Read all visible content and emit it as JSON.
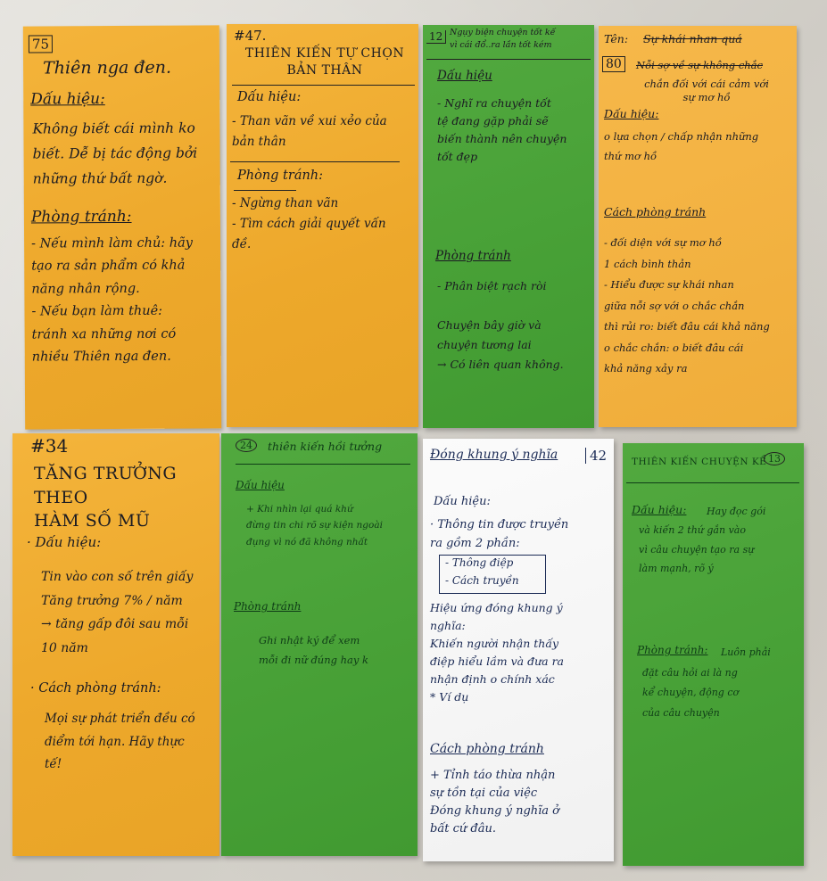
{
  "cards": [
    {
      "id": "card-75",
      "number": "75",
      "title": "Thiên nga đen.",
      "sign_heading": "Dấu hiệu:",
      "sign_text": "Không biết cái mình ko\nbiết. Dễ bị tác động bởi\nnhững thứ bất ngờ.",
      "avoid_heading": "Phòng tránh:",
      "avoid_text": "- Nếu mình làm chủ: hãy\ntạo ra sản phẩm có khả\nnăng nhân rộng.\n- Nếu bạn làm thuê:\ntránh xa những nơi có\nnhiều Thiên nga đen."
    },
    {
      "id": "card-47",
      "number": "#47.",
      "title": "THIÊN KIẾN TỰ CHỌN\nBẢN THÂN",
      "sign_heading": "Dấu hiệu:",
      "sign_text": "- Than vãn về xui xẻo của\nbản thân",
      "avoid_heading": "Phòng tránh:",
      "avoid_text": "- Ngừng than vãn\n- Tìm cách giải quyết vấn\nđề."
    },
    {
      "id": "card-12",
      "number": "12",
      "title": "Ngụy biện chuyện tốt kế\nvì cái đổ..ra lần tốt kém",
      "sign_heading": "Dấu hiệu",
      "sign_text": "- Nghĩ ra chuyện tốt\ntệ đang gặp phải sẽ\nbiến thành nên chuyện\ntốt đẹp",
      "avoid_heading": "Phòng tránh",
      "avoid_text": "- Phân biệt rạch ròi\n\nChuyện bây giờ và\nchuyện tương lai\n→ Có liên quan không."
    },
    {
      "id": "card-80",
      "number": "80",
      "title_label": "Tên:",
      "title": "Sự khái nhan quá",
      "title_line2": "Nỗi sợ về sự không chắc",
      "title_line3": "chắn đối với cái cảm với\nsự mơ hồ",
      "sign_heading": "Dấu hiệu:",
      "sign_text": "o lựa chọn / chấp nhận những\nthứ mơ hồ",
      "avoid_heading": "Cách phòng tránh",
      "avoid_text": "- đối diện với sự mơ hồ\n1 cách bình thản\n- Hiểu được sự khái nhan\ngiữa nỗi sợ với o chắc chắn\nthì rủi ro: biết đâu cái khả năng\no chắc chắn: o biết đâu cái\nkhả năng xảy ra"
    },
    {
      "id": "card-34",
      "number": "#34",
      "title": "TĂNG TRƯỞNG THEO\nHÀM SỐ MŨ",
      "sign_heading": "· Dấu hiệu:",
      "sign_text": "Tin vào con số trên giấy\nTăng trưởng 7% / năm\n→ tăng gấp đôi sau mỗi\n10 năm",
      "avoid_heading": "· Cách phòng tránh:",
      "avoid_text": "Mọi sự phát triển đều có\nđiểm tới hạn. Hãy thực\ntế!"
    },
    {
      "id": "card-24",
      "number": "24",
      "title": "thiên kiến hồi tưởng",
      "sign_heading": "Dấu hiệu",
      "sign_text": "+ Khi nhìn lại quá khứ\nđừng tin chi rõ sự kiện ngoài\nđụng vì nó đã không nhất",
      "avoid_heading": "Phòng tránh",
      "avoid_text": "Ghi nhật ký để xem\nmỗi đi nữ đúng hay k"
    },
    {
      "id": "card-42",
      "number": "42",
      "title": "Đóng khung ý nghĩa",
      "sign_heading": "Dấu hiệu:",
      "sign_text": "· Thông tin được truyền\nra gồm 2 phần:",
      "box_line1": "- Thông điệp",
      "box_line2": "- Cách truyền",
      "sign_text2": "Hiệu ứng đóng khung ý\nnghĩa:\n   Khiến người nhận thấy\nđiệp hiểu lầm và đưa ra\nnhận định o chính xác\n* Ví dụ",
      "avoid_heading": "Cách phòng tránh",
      "avoid_text": "+ Tỉnh táo thừa nhận\nsự tồn tại của việc\nĐóng khung ý nghĩa ở\nbất cứ đâu."
    },
    {
      "id": "card-13",
      "number": "13",
      "title": "THIÊN KIẾN CHUYỆN KỂ",
      "sign_heading": "Dấu hiệu:",
      "sign_text": "Hay đọc gói\nvà kiến 2 thứ gắn vào\nvì câu chuyện tạo ra sự\nlàm mạnh, rõ ý",
      "avoid_heading": "Phòng tránh:",
      "avoid_text": "Luôn phải\nđặt câu hỏi ai là ng\nkể chuyện, động cơ\ncủa câu chuyện"
    }
  ],
  "colors": {
    "orange_card": "#eda82b",
    "green_card": "#47a036",
    "white_card": "#f4f4f4",
    "ink": "#1b1b22",
    "background": "#d9d6cf"
  }
}
